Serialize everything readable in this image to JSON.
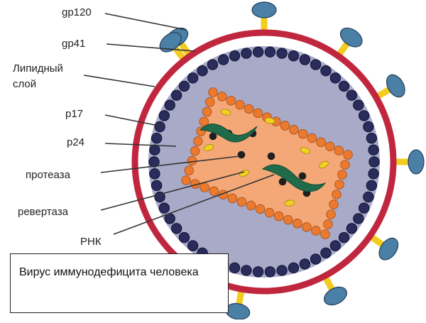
{
  "labels": {
    "gp120": "gp120",
    "gp41": "gp41",
    "lipid_line1": "Липидный",
    "lipid_line2": "слой",
    "p17": "p17",
    "p24": "p24",
    "protease": "протеаза",
    "revertase": "ревертаза",
    "rna": "РНК"
  },
  "caption": "Вирус иммунодефицита человека",
  "colors": {
    "envelope": "#c0273f",
    "interior": "#a9aac8",
    "matrix_beads": "#2a2d5c",
    "capsid_fill": "#f4a878",
    "capsid_beads": "#ec7a2e",
    "spike_cap": "#4a7fa6",
    "spike_stem": "#f2cc1f",
    "rna": "#1f6b4a",
    "enzyme_yellow": "#f0d020",
    "protease_black": "#1f1f1f"
  }
}
